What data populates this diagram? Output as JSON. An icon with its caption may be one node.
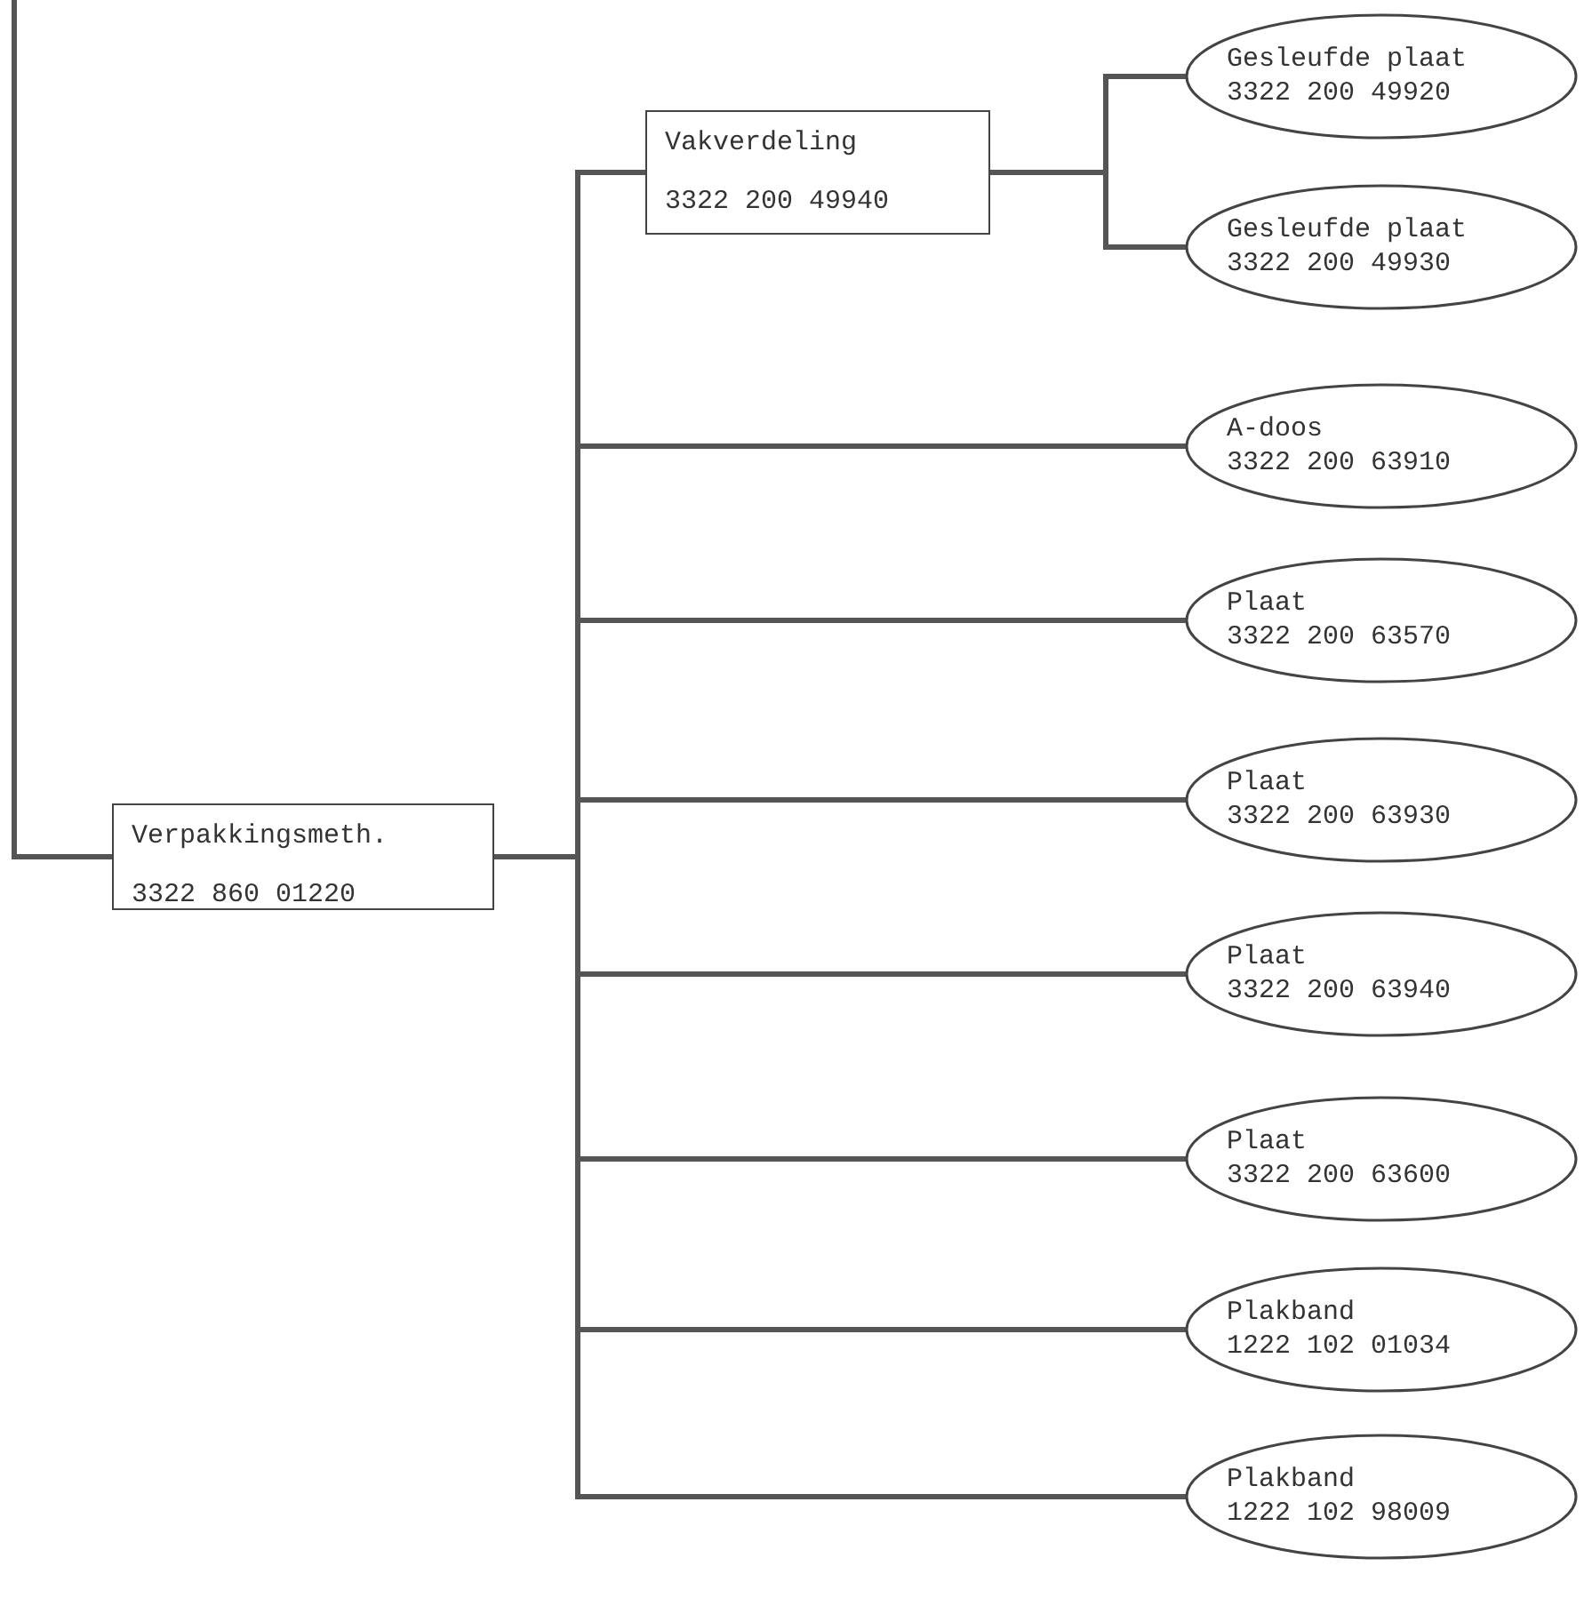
{
  "diagram": {
    "nodes": [
      {
        "text": [
          "Verpakkingsmeth.",
          "3322 860 01220"
        ]
      },
      {
        "text": [
          "Vakverdeling",
          "3322 200 49940"
        ]
      },
      {
        "text": [
          "Gesleufde plaat",
          "3322 200 49920"
        ]
      },
      {
        "text": [
          "Gesleufde plaat",
          "3322 200 49930"
        ]
      },
      {
        "text": [
          "A-doos",
          "3322 200 63910"
        ]
      },
      {
        "text": [
          "Plaat",
          "3322 200 63570"
        ]
      },
      {
        "text": [
          "Plaat",
          "3322 200 63930"
        ]
      },
      {
        "text": [
          "Plaat",
          "3322 200 63940"
        ]
      },
      {
        "text": [
          "Plaat",
          "3322 200 63600"
        ]
      },
      {
        "text": [
          "Plakband",
          "1222 102 01034"
        ]
      },
      {
        "text": [
          "Plakband",
          "1222 102 98009"
        ]
      }
    ],
    "edges": [
      {
        "from": null,
        "to": 0,
        "arrow": "none"
      },
      {
        "from": 0,
        "to": 1,
        "arrow": "none"
      },
      {
        "from": 1,
        "to": 2,
        "arrow": "none"
      },
      {
        "from": 1,
        "to": 3,
        "arrow": "none"
      },
      {
        "from": 0,
        "to": 4,
        "arrow": "none"
      },
      {
        "from": 0,
        "to": 5,
        "arrow": "none"
      },
      {
        "from": 0,
        "to": 6,
        "arrow": "none"
      },
      {
        "from": 0,
        "to": 7,
        "arrow": "none"
      },
      {
        "from": 0,
        "to": 8,
        "arrow": "none"
      },
      {
        "from": 0,
        "to": 9,
        "arrow": "none"
      },
      {
        "from": 0,
        "to": 10,
        "arrow": "none"
      }
    ]
  }
}
